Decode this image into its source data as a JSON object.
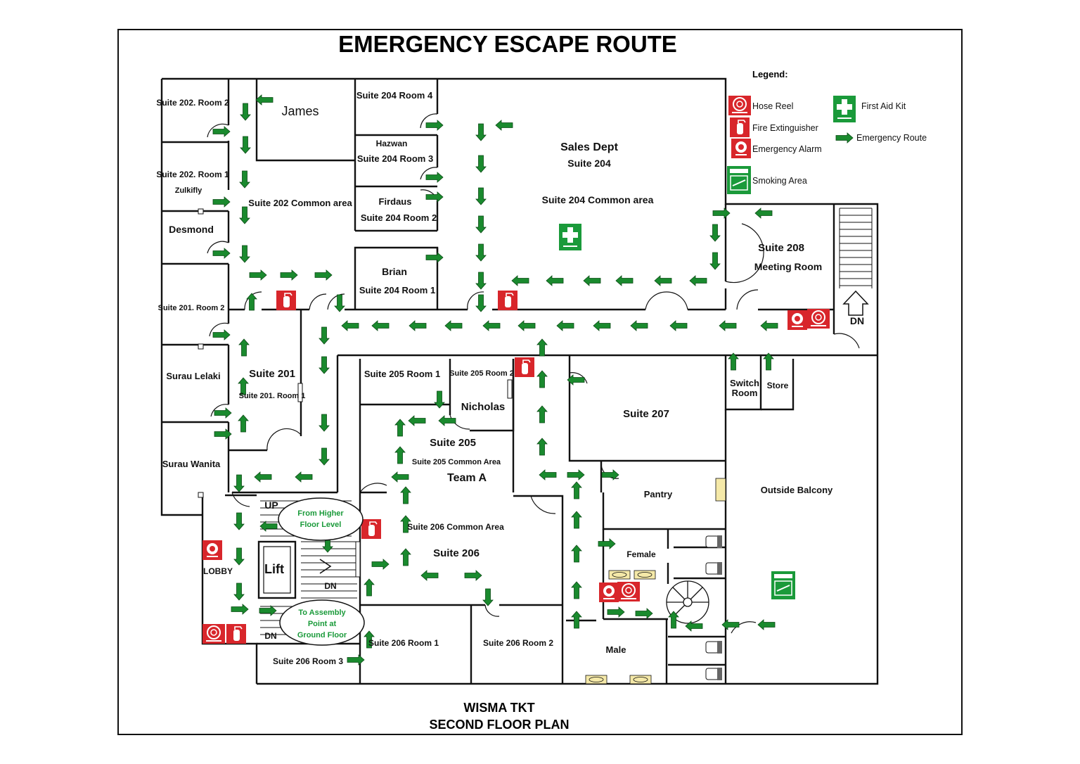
{
  "title": "EMERGENCY ESCAPE ROUTE",
  "footer": {
    "line1": "WISMA TKT",
    "line2": "SECOND FLOOR PLAN"
  },
  "legend": {
    "title": "Legend:",
    "hose_reel": "Hose Reel",
    "fire_extinguisher": "Fire Extinguisher",
    "emergency_alarm": "Emergency Alarm",
    "smoking_area": "Smoking Area",
    "first_aid_kit": "First Aid Kit",
    "emergency_route": "Emergency Route"
  },
  "colors": {
    "route": "#1a8a2e",
    "fire": "#d8262b",
    "first_aid": "#1a9a3a",
    "wall": "#111111"
  },
  "icons": [
    "hose-reel-icon",
    "fire-extinguisher-icon",
    "fire-alarm-icon",
    "first-aid-icon",
    "smoking-area-icon",
    "route-arrow-icon",
    "lift-icon",
    "staircase-icon",
    "toilet-icon",
    "sink-icon",
    "door-swing-icon"
  ],
  "rooms": {
    "suite202_room2": "Suite 202. Room 2",
    "james": "James",
    "suite202_room1": "Suite 202. Room 1",
    "zulkifly": "Zulkifly",
    "desmond": "Desmond",
    "suite202_common": "Suite 202 Common area",
    "suite204_room4": "Suite 204 Room 4",
    "hazwan": "Hazwan",
    "suite204_room3": "Suite 204 Room 3",
    "firdaus": "Firdaus",
    "suite204_room2": "Suite 204 Room 2",
    "brian": "Brian",
    "suite204_room1": "Suite 204 Room 1",
    "sales_dept": "Sales Dept",
    "suite204": "Suite 204",
    "suite204_common": "Suite 204 Common area",
    "suite208": "Suite 208",
    "meeting_room": "Meeting Room",
    "dn_stair": "DN",
    "suite201_room2": "Suite 201. Room  2",
    "surau_lelaki": "Surau Lelaki",
    "suite201": "Suite 201",
    "suite201_room1": "Suite 201. Room 1",
    "surau_wanita": "Surau Wanita",
    "suite205_room1": "Suite 205 Room 1",
    "suite205_room2": "Suite 205 Room 2",
    "nicholas": "Nicholas",
    "suite205": "Suite 205",
    "suite205_common": "Suite 205 Common Area",
    "team_a": "Team A",
    "switch_room_1": "Switch",
    "switch_room_2": "Room",
    "store": "Store",
    "suite207": "Suite 207",
    "pantry": "Pantry",
    "outside_balcony": "Outside Balcony",
    "suite206_common": "Suite 206 Common Area",
    "suite206": "Suite 206",
    "female": "Female",
    "male": "Male",
    "lobby": "LOBBY",
    "lift": "Lift",
    "up": "UP",
    "dn_main": "DN",
    "dn_lower": "DN",
    "suite206_room1": "Suite 206 Room 1",
    "suite206_room2": "Suite 206 Room 2",
    "suite206_room3": "Suite 206 Room 3"
  },
  "callouts": {
    "higher_1": "From Higher",
    "higher_2": "Floor Level",
    "assembly_1": "To Assembly",
    "assembly_2": "Point at",
    "assembly_3": "Ground Floor"
  }
}
